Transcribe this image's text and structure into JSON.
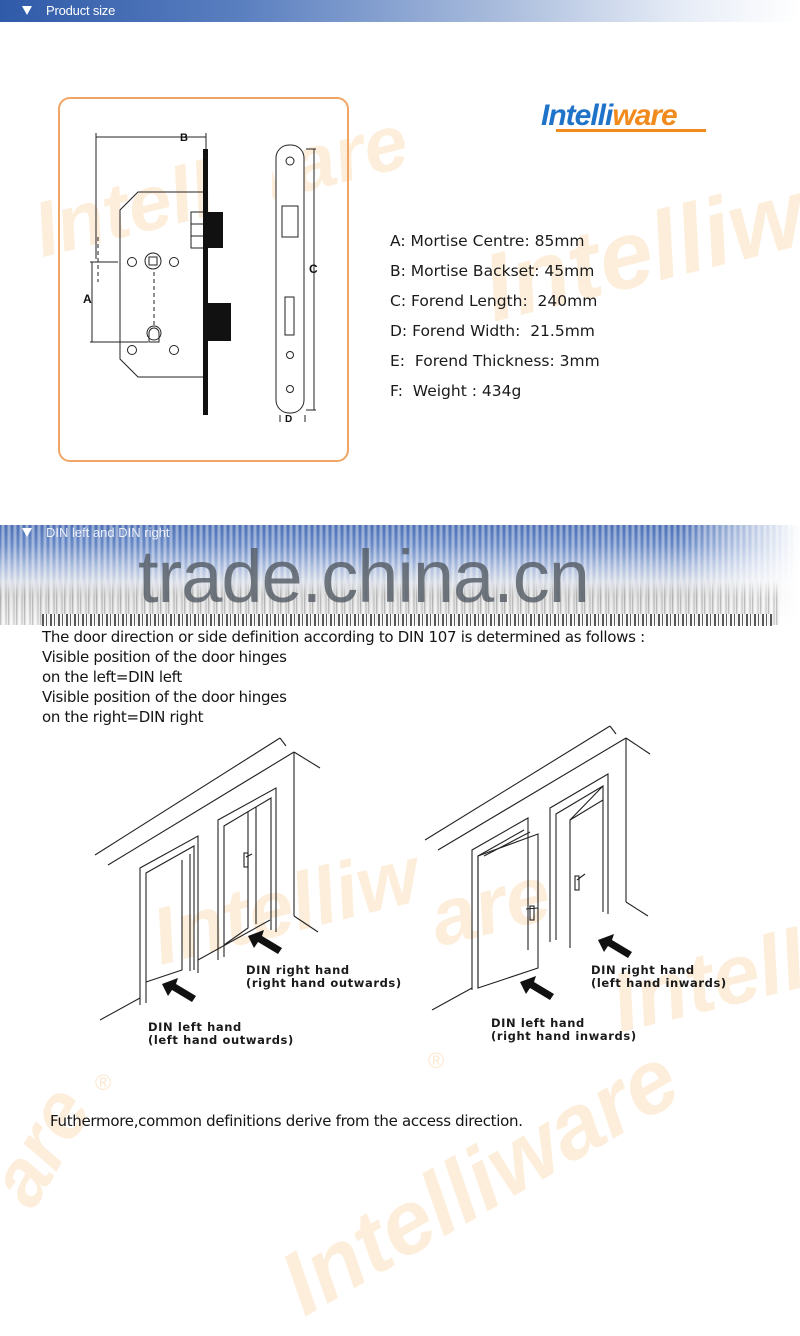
{
  "sections": {
    "product_size": {
      "title": "Product size"
    },
    "din": {
      "title": "DIN left and  DIN right"
    }
  },
  "brand": {
    "logo_part1": "In",
    "logo_part2": "telli",
    "logo_part3": "ware",
    "primary_color": "#1f73c8",
    "accent_color": "#f28b1e"
  },
  "diagram": {
    "labels": {
      "a": "A",
      "b": "B",
      "c": "C",
      "d": "D"
    },
    "frame_color": "#f0a565"
  },
  "specs": [
    {
      "key": "A",
      "text": "A: Mortise Centre: 85mm"
    },
    {
      "key": "B",
      "text": "B: Mortise Backset: 45mm"
    },
    {
      "key": "C",
      "text": "C: Forend Length:  240mm"
    },
    {
      "key": "D",
      "text": "D: Forend Width:  21.5mm"
    },
    {
      "key": "E",
      "text": "E:  Forend Thickness: 3mm"
    },
    {
      "key": "F",
      "text": "F:  Weight : 434g"
    }
  ],
  "watermarks": {
    "site": "trade.china.cn",
    "brand": "Intelliware",
    "registered": "®"
  },
  "din_text": {
    "lines": [
      "The door direction or side definition according to DIN 107 is determined as follows :",
      "Visible position of the door hinges",
      "on the left=DIN left",
      "Visible position of the door hinges",
      "on the right=DIN right"
    ]
  },
  "illustrations": {
    "outward": {
      "right_caption": "DIN right hand\n(right hand outwards)",
      "left_caption": "DIN left hand\n(left hand outwards)"
    },
    "inward": {
      "right_caption": "DIN right hand\n(left hand inwards)",
      "left_caption": "DIN left hand\n(right hand inwards)"
    }
  },
  "footer": {
    "text": "Futhermore,common definitions derive from the access direction."
  }
}
